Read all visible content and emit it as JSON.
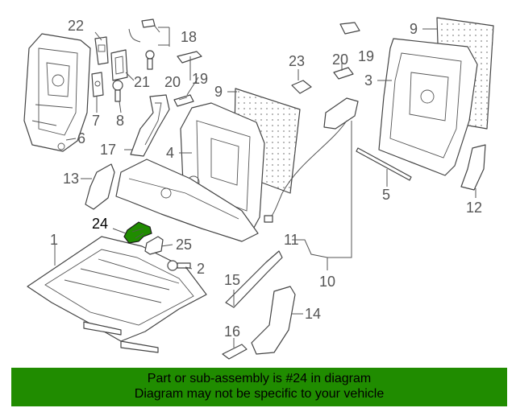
{
  "callouts": {
    "c1": "1",
    "c2": "2",
    "c3": "3",
    "c4": "4",
    "c5": "5",
    "c6": "6",
    "c7": "7",
    "c8": "8",
    "c9a": "9",
    "c9b": "9",
    "c10": "10",
    "c11": "11",
    "c12": "12",
    "c13": "13",
    "c14": "14",
    "c15": "15",
    "c16": "16",
    "c17": "17",
    "c18": "18",
    "c19a": "19",
    "c19b": "19",
    "c20a": "20",
    "c20b": "20",
    "c21": "21",
    "c22": "22",
    "c23": "23",
    "c24": "24",
    "c25": "25"
  },
  "highlight_color": "#208c00",
  "banner": {
    "line1": "Part or sub-assembly is #24 in diagram",
    "line2": "Diagram may not be specific to your vehicle",
    "color": "#208c00"
  }
}
